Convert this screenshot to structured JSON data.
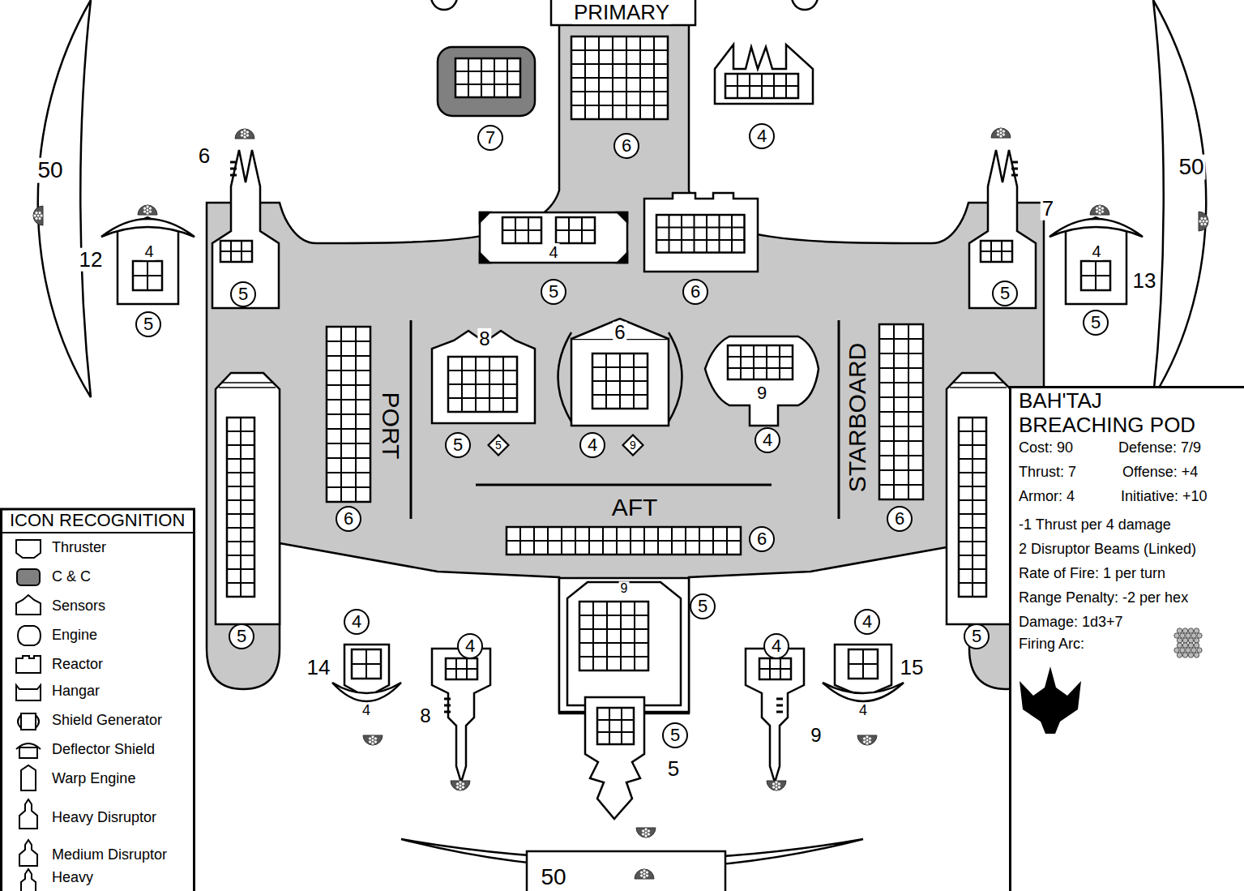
{
  "diagram": {
    "nodes": [
      {
        "text": [
          "7"
        ]
      },
      {
        "text": [
          "6"
        ]
      },
      {
        "text": [
          "4"
        ]
      },
      {
        "text": [
          "5"
        ]
      },
      {
        "text": [
          "5"
        ]
      },
      {
        "text": [
          "6"
        ]
      },
      {
        "text": [
          "5"
        ]
      },
      {
        "text": [
          "5"
        ]
      },
      {
        "text": [
          "5"
        ]
      },
      {
        "text": [
          "5"
        ]
      },
      {
        "text": [
          "5"
        ]
      },
      {
        "text": [
          "4"
        ]
      },
      {
        "text": [
          "9"
        ]
      },
      {
        "text": [
          "4"
        ]
      },
      {
        "text": [
          "6"
        ]
      },
      {
        "text": [
          "6"
        ]
      },
      {
        "text": [
          "6"
        ]
      },
      {
        "text": [
          "5"
        ]
      },
      {
        "text": [
          "4"
        ]
      },
      {
        "text": [
          "4"
        ]
      },
      {
        "text": [
          "5"
        ]
      },
      {
        "text": [
          "5"
        ]
      },
      {
        "text": [
          "4"
        ]
      },
      {
        "text": [
          "4"
        ]
      },
      {
        "text": [
          "5"
        ]
      },
      {
        "text": [
          "BAH'TAJ BREACHING POD",
          "Cost: 90",
          "Defense: 7/9",
          "Thrust: 7",
          "Offense: +4",
          "Armor: 4",
          "Initiative: +10",
          "-1 Thrust per 4 damage",
          "2 Disruptor Beams (Linked)",
          "Rate of Fire: 1 per turn",
          "Range Penalty: -2 per hex",
          "Damage: 1d3+7",
          "Firing Arc:"
        ]
      }
    ],
    "labels": [
      "PRIMARY",
      "50",
      "6",
      "7",
      "50",
      "12",
      "4",
      "4",
      "13",
      "4",
      "8",
      "6",
      "9",
      "PORT",
      "STARBOARD",
      "AFT",
      "9",
      "14",
      "4",
      "8",
      "5",
      "15",
      "4",
      "9",
      "50",
      "ICON RECOGNITION"
    ],
    "legend": [
      {
        "text": "Thruster"
      },
      {
        "text": "C & C",
        "color": "#808080"
      },
      {
        "text": "Sensors"
      },
      {
        "text": "Engine"
      },
      {
        "text": "Reactor"
      },
      {
        "text": "Hangar"
      },
      {
        "text": "Shield Generator"
      },
      {
        "text": "Deflector Shield"
      },
      {
        "text": "Warp Engine"
      },
      {
        "text": "Heavy Disruptor"
      },
      {
        "text": "Medium Disruptor"
      },
      {
        "text": "Heavy"
      }
    ]
  }
}
